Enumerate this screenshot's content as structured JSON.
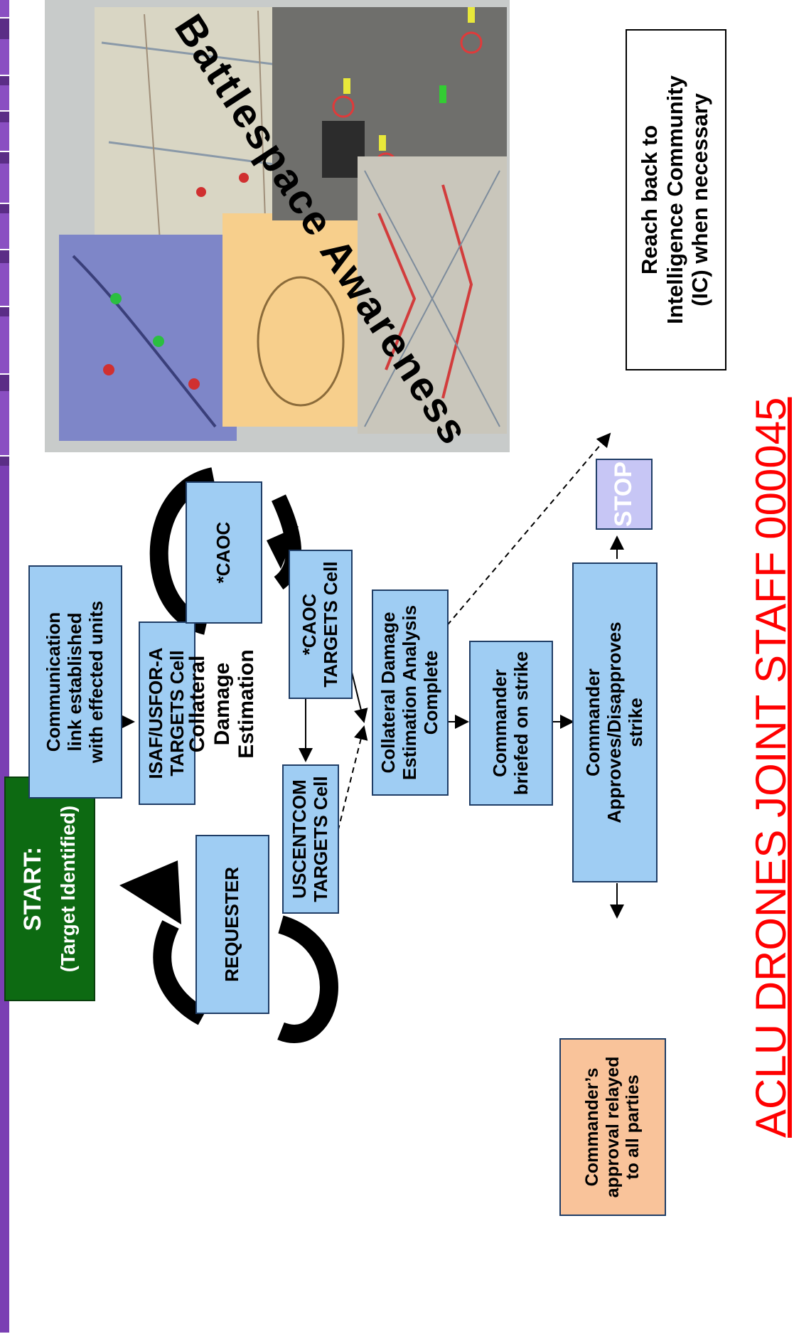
{
  "nodes": {
    "start": {
      "title": "START:",
      "subtitle": "(Target Identified)"
    },
    "comm_link": "Communication\nlink established\nwith effected units",
    "isaf": "ISAF/USFOR-A\nTARGETS Cell",
    "cde_label": "Collateral\nDamage\nEstimation",
    "requester": "REQUESTER",
    "caoc": "*CAOC",
    "caoc_targets": "*CAOC\nTARGETS Cell",
    "uscentcom": "USCENTCOM\nTARGETS Cell",
    "cde_complete": "Collateral Damage\nEstimation Analysis\nComplete",
    "briefed": "Commander\nbriefed on strike",
    "approves": "Commander\nApproves/Disapproves\nstrike",
    "stop": "STOP",
    "relayed": "Commander’s\napproval relayed\nto all parties",
    "reachback": "Reach back to\nIntelligence Community\n(IC) when necessary"
  },
  "map": {
    "title": "Battlespace Awareness"
  },
  "watermark": "ACLU DRONES JOINT STAFF 000045",
  "colors": {
    "box_blue": "#9fcdf3",
    "start_green": "#0d6a12",
    "relay_orange": "#f9c39a",
    "stop_lavender": "#c7c6f5",
    "watermark_red": "#ff0000",
    "side_strip_purple": "#5b2d86"
  }
}
